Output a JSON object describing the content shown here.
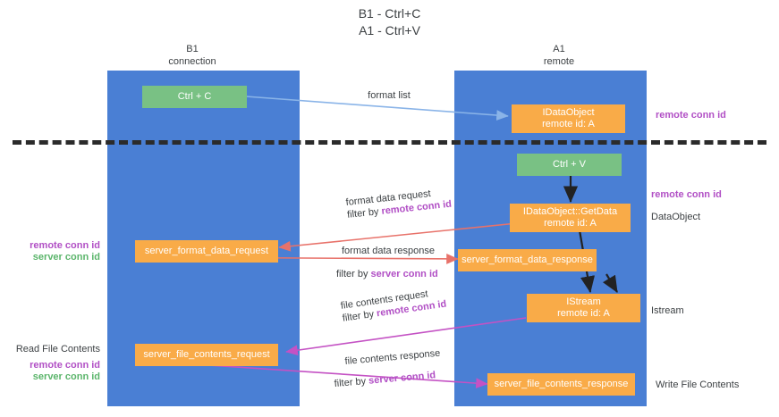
{
  "title": {
    "line1": "B1 - Ctrl+C",
    "line2": "A1 - Ctrl+V"
  },
  "colors": {
    "lane": "#4a7fd4",
    "node_orange": "#f9ab48",
    "node_green": "#79c184",
    "purple": "#b14fc5",
    "green": "#5bb56b",
    "arrow_blue": "#8ab4e8",
    "arrow_red": "#e8726a",
    "arrow_magenta": "#c452c4",
    "arrow_black": "#222222",
    "divider": "#2b2b2b",
    "text": "#3c4043"
  },
  "lanes": [
    {
      "name": "b1-connection",
      "title": "B1",
      "subtitle": "connection"
    },
    {
      "name": "a1-remote",
      "title": "A1",
      "subtitle": "remote"
    }
  ],
  "nodes": {
    "ctrl_c": {
      "label": "Ctrl + C"
    },
    "idataobject": {
      "label": "IDataObject",
      "sub": "remote id: A"
    },
    "ctrl_v": {
      "label": "Ctrl + V"
    },
    "getdata": {
      "label": "IDataObject::GetData",
      "sub": "remote id: A"
    },
    "server_format_data_request": {
      "label": "server_format_data_request"
    },
    "server_format_data_response": {
      "label": "server_format_data_response"
    },
    "istream": {
      "label": "IStream",
      "sub": "remote id: A"
    },
    "server_file_contents_request": {
      "label": "server_file_contents_request"
    },
    "server_file_contents_response": {
      "label": "server_file_contents_response"
    }
  },
  "edges": {
    "format_list": "format list",
    "format_data_request": "format data request",
    "format_data_response": "format data response",
    "file_contents_request": "file contents request",
    "file_contents_response": "file contents response",
    "filter_by": "filter by",
    "remote_conn_id": "remote conn id",
    "server_conn_id": "server conn id"
  },
  "annotations": {
    "remote_conn_id_top": "remote conn id",
    "remote_conn_id_mid": "remote conn id",
    "dataobject": "DataObject",
    "istream": "Istream",
    "write_file_contents": "Write File Contents",
    "read_file_contents": "Read File Contents",
    "left_remote_conn_id_mid": "remote conn id",
    "left_server_conn_id_mid": "server conn id",
    "left_remote_conn_id_bottom": "remote conn id",
    "left_server_conn_id_bottom": "server conn id"
  }
}
